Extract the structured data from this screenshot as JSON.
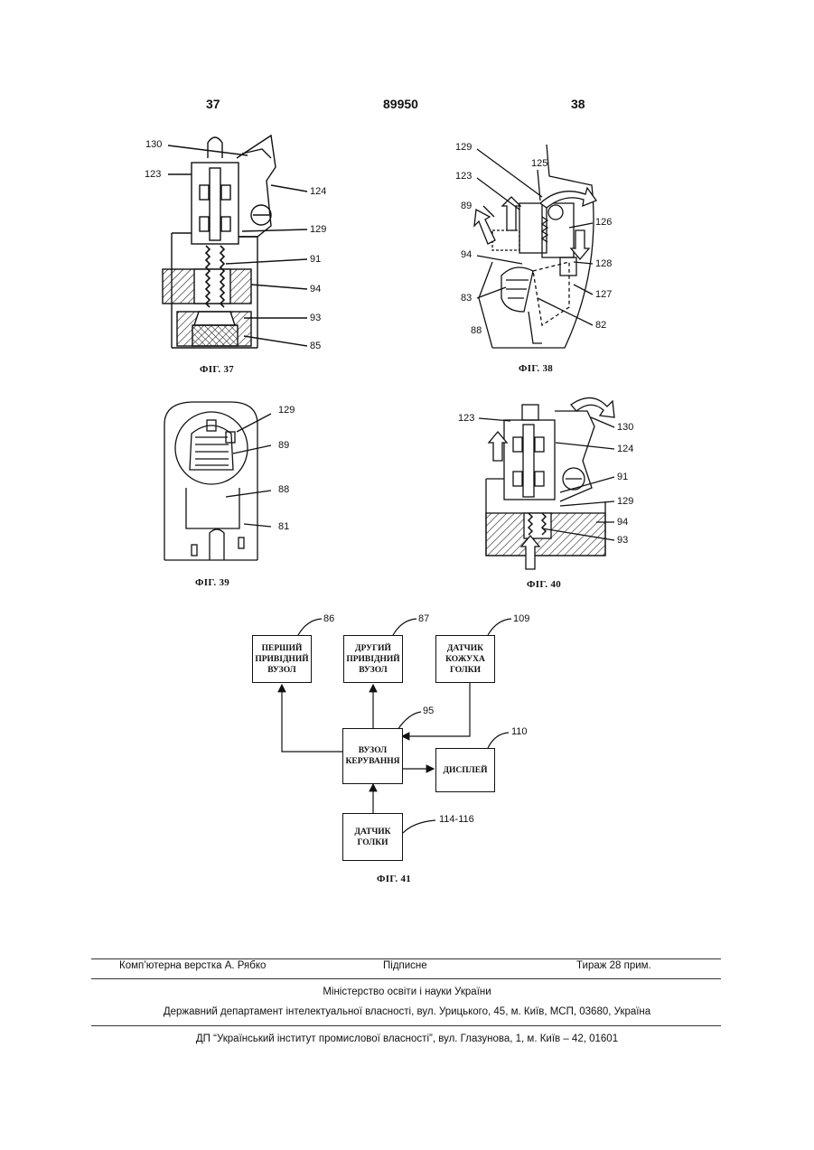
{
  "header": {
    "left_page": "37",
    "patent_number": "89950",
    "right_page": "38"
  },
  "figures": {
    "fig37": {
      "caption": "ФІГ. 37",
      "refs": [
        "130",
        "123",
        "124",
        "129",
        "91",
        "94",
        "93",
        "85"
      ]
    },
    "fig38": {
      "caption": "ФІГ. 38",
      "refs": [
        "129",
        "125",
        "123",
        "89",
        "126",
        "94",
        "128",
        "83",
        "127",
        "88",
        "82"
      ]
    },
    "fig39": {
      "caption": "ФІГ. 39",
      "refs": [
        "129",
        "89",
        "88",
        "81"
      ]
    },
    "fig40": {
      "caption": "ФІГ. 40",
      "refs": [
        "123",
        "130",
        "124",
        "91",
        "129",
        "94",
        "93"
      ]
    },
    "fig41": {
      "caption": "ФІГ. 41",
      "blocks": {
        "drive1": {
          "label": "ПЕРШИЙ\nПРИВІДНИЙ\nВУЗОЛ",
          "ref": "86"
        },
        "drive2": {
          "label": "ДРУГИЙ\nПРИВІДНИЙ\nВУЗОЛ",
          "ref": "87"
        },
        "cover_sensor": {
          "label": "ДАТЧИК\nКОЖУХА\nГОЛКИ",
          "ref": "109"
        },
        "control": {
          "label": "ВУЗОЛ\nКЕРУВАННЯ",
          "ref": "95"
        },
        "display": {
          "label": "ДИСПЛЕЙ",
          "ref": "110"
        },
        "needle_sensor": {
          "label": "ДАТЧИК\nГОЛКИ",
          "ref": "114-116"
        }
      }
    }
  },
  "footer": {
    "typesetting": "Комп’ютерна верстка А. Рябко",
    "signed": "Підписне",
    "circulation": "Тираж 28 прим.",
    "ministry": "Міністерство освіти і науки України",
    "department": "Державний департамент інтелектуальної власності, вул. Урицького, 45, м. Київ, МСП, 03680, Україна",
    "institute": "ДП “Український інститут промислової власності”, вул. Глазунова, 1, м. Київ – 42, 01601"
  }
}
